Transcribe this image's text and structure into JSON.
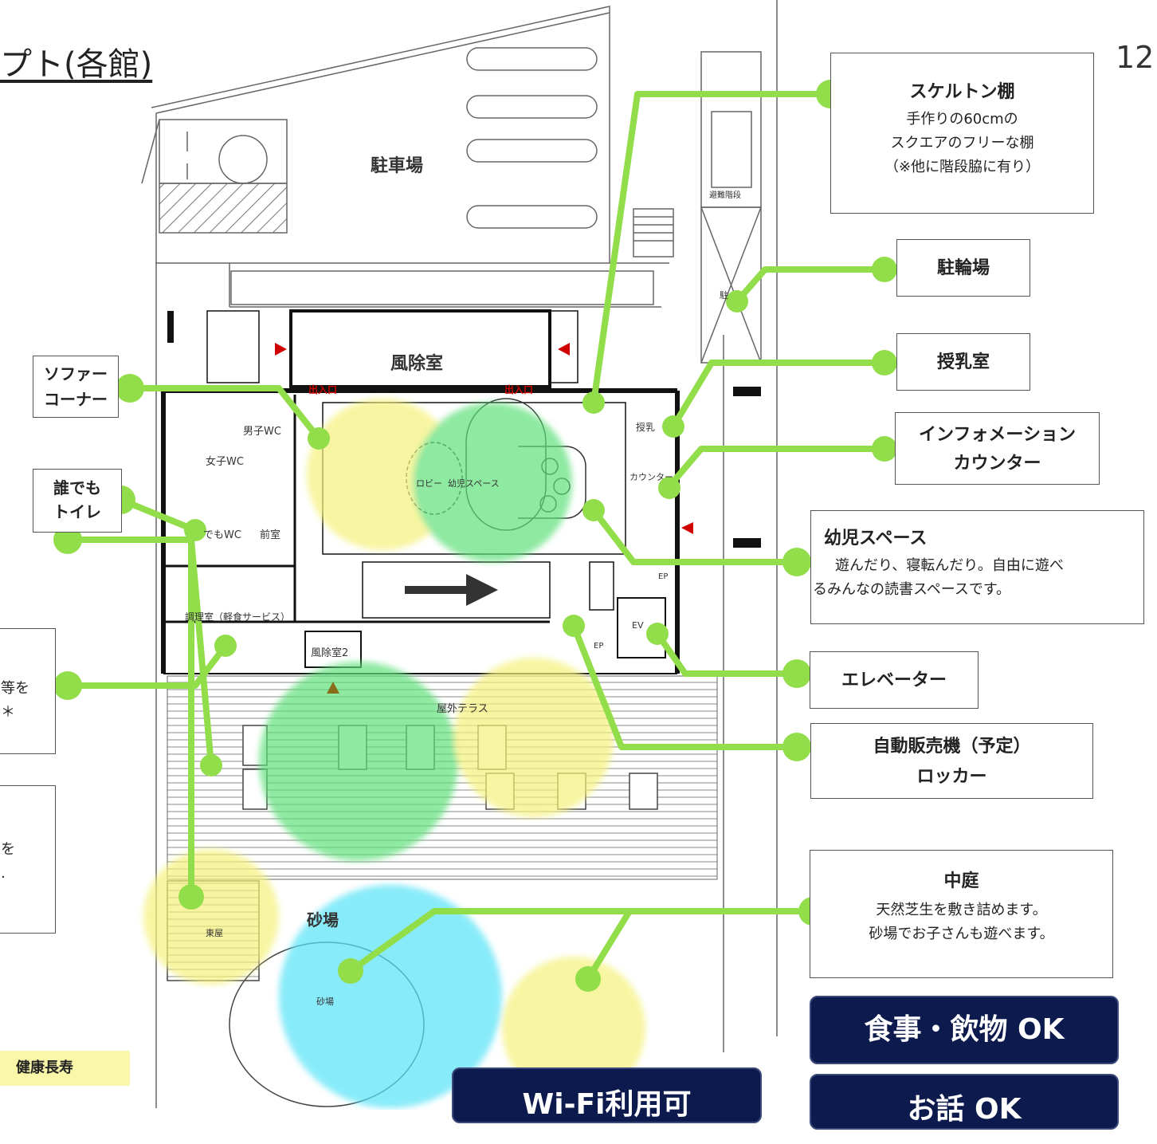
{
  "header": {
    "title": "プト(各館)",
    "page_number": "12"
  },
  "colors": {
    "accent_line": "#92dd4a",
    "zone_yellow": "#f4f27a",
    "zone_green": "#5fe07a",
    "zone_cyan": "#56e3f7",
    "pill_bg": "#0c1a4d"
  },
  "plan": {
    "parking": "駐車場",
    "windbreak": "風除室",
    "windbreak2": "風除室2",
    "entrance_left": "出入口",
    "entrance_right": "出入口",
    "mens_wc": "男子WC",
    "womens_wc": "女子WC",
    "anyone_wc": "でもWC",
    "front_room": "前室",
    "kitchen": "調理室（軽食サービス）",
    "lobby": "ロビー",
    "kids_space_small": "幼児スペース",
    "nursing_small": "授乳",
    "counter_small": "カウンター",
    "elevator_small": "EV",
    "ep1": "EP",
    "ep2": "EP",
    "terrace": "屋外テラス",
    "sandbox": "砂場",
    "sandbox_small": "砂場",
    "shed": "東屋",
    "evac_stairs": "避難階段",
    "bike_small": "駐"
  },
  "callouts": {
    "skeleton": {
      "title": "スケルトン棚",
      "lines": [
        "手作りの60cmの",
        "スクエアのフリーな棚",
        "（※他に階段脇に有り）"
      ]
    },
    "bike_parking": "駐輪場",
    "nursing_room": "授乳室",
    "info_counter": [
      "インフォメーション",
      "カウンター"
    ],
    "kids_space": {
      "title": "幼児スペース",
      "lines": [
        "遊んだり、寝転んだり。自由に遊べ",
        "るみんなの読書スペースです。"
      ]
    },
    "elevator": "エレベーター",
    "vending": [
      "自動販売機（予定）",
      "ロッカー"
    ],
    "courtyard": {
      "title": "中庭",
      "lines": [
        "天然芝生を敷き詰めます。",
        "砂場でお子さんも遊べます。"
      ]
    },
    "sofa_corner": [
      "ソファー",
      "コーナー"
    ],
    "anyone_toilet": [
      "誰でも",
      "トイレ"
    ],
    "cut_left_1": [
      "等を",
      "＊"
    ],
    "cut_left_2": [
      "を",
      "."
    ],
    "tag": "健康長寿"
  },
  "badges": {
    "food_ok": "食事・飲物 OK",
    "talk_ok": "お話 OK",
    "wifi": "Wi-Fi利用可"
  }
}
